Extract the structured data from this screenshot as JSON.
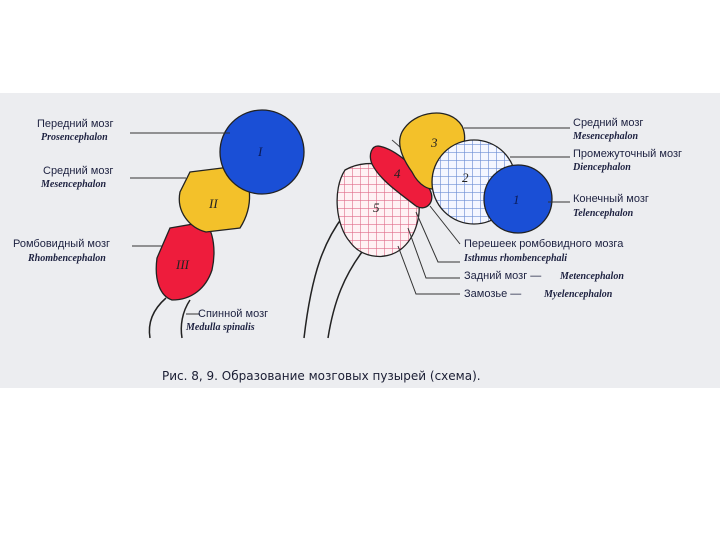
{
  "left_labels": {
    "prosencephalon_ru": "Передний мозг",
    "prosencephalon_la": "Prosencephalon",
    "mesencephalon_ru": "Средний мозг",
    "mesencephalon_la": "Mesencephalon",
    "rhombencephalon_ru": "Ромбовидный мозг",
    "rhombencephalon_la": "Rhombencephalon",
    "spinal_ru": "Спинной мозг",
    "spinal_la": "Medulla spinalis"
  },
  "right_labels": {
    "mesencephalon_ru": "Средний мозг",
    "mesencephalon_la": "Mesencephalon",
    "diencephalon_ru": "Промежуточный мозг",
    "diencephalon_la": "Diencephalon",
    "telencephalon_ru": "Конечный мозг",
    "telencephalon_la": "Telencephalon",
    "isthmus_ru": "Перешеек ромбовидного мозга",
    "isthmus_la": "Isthmus rhombencephali",
    "metencephalon_ru": "Задний мозг —",
    "metencephalon_la": "Metencephalon",
    "myelencephalon_ru": "Замозье —",
    "myelencephalon_la": "Myelencephalon"
  },
  "numerals": {
    "roman_1": "I",
    "roman_2": "II",
    "roman_3": "III",
    "arabic_1": "1",
    "arabic_2": "2",
    "arabic_3": "3",
    "arabic_4": "4",
    "arabic_5": "5"
  },
  "caption": "Рис. 8, 9. Образование мозговых пузырей (схема).",
  "colors": {
    "prosencephalon": "#1a4fd6",
    "mesencephalon": "#f3c12a",
    "rhombencephalon": "#ee1c3c",
    "diencephalon_hatch": "#6f8fd6",
    "myelencephalon_hatch": "#e06d8a"
  }
}
